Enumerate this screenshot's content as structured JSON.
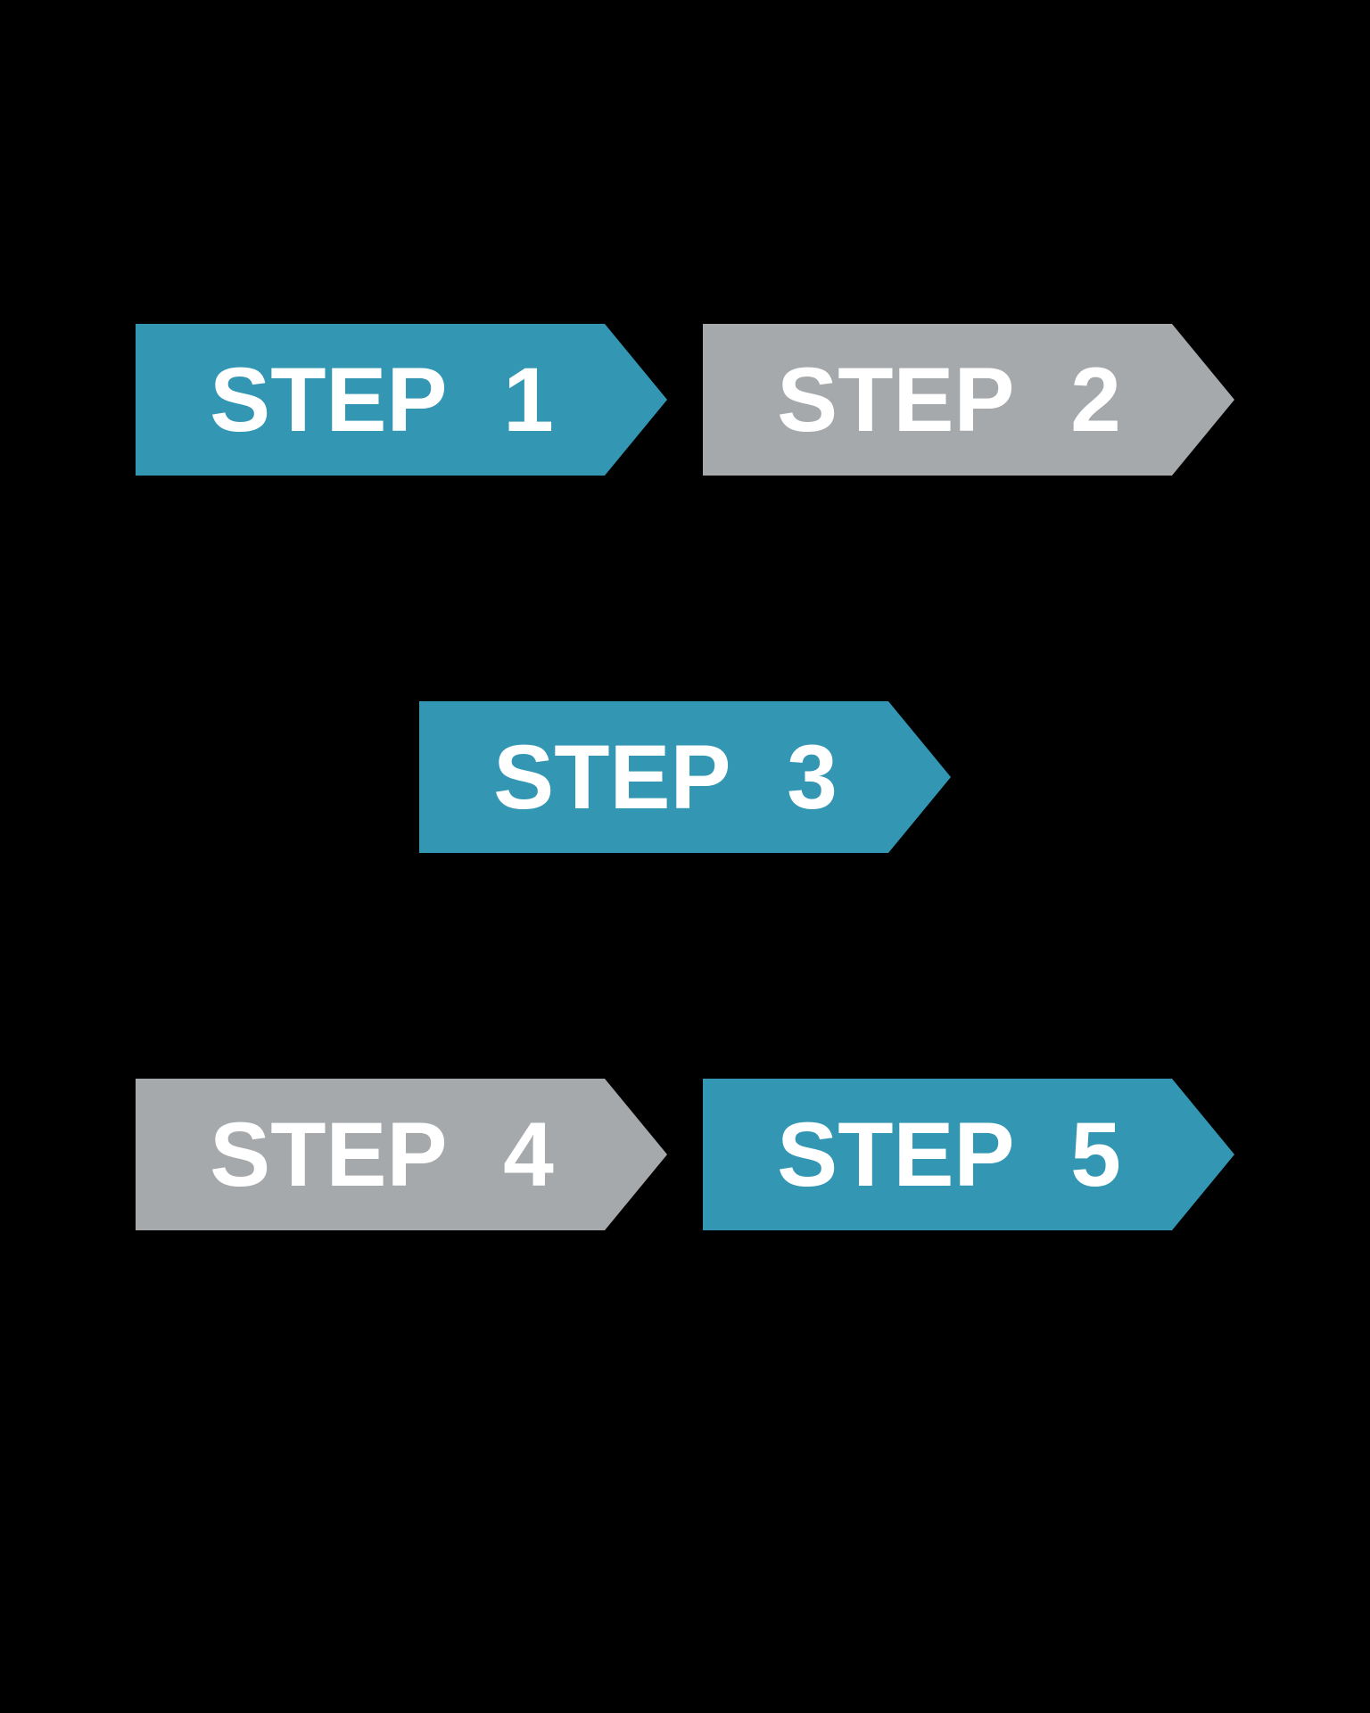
{
  "palette": {
    "background": "#000000",
    "active": "#3397B4",
    "inactive": "#A6A9AB",
    "label": "#FFFFFF"
  },
  "diagram": {
    "type": "step-flow",
    "description": "Five chevron step arrows in three rows"
  },
  "steps": [
    {
      "label": "STEP 1",
      "state": "active"
    },
    {
      "label": "STEP 2",
      "state": "inactive"
    },
    {
      "label": "STEP 3",
      "state": "active"
    },
    {
      "label": "STEP 4",
      "state": "inactive"
    },
    {
      "label": "STEP 5",
      "state": "active"
    }
  ]
}
